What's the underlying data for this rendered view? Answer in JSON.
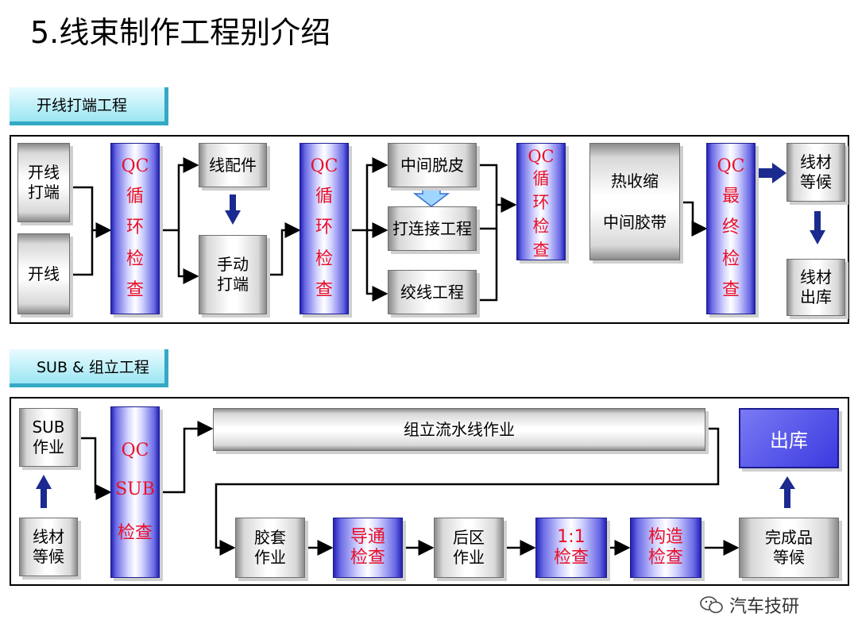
{
  "title": "5.线束制作工程别介绍",
  "section1": {
    "tab": "开线打端工程",
    "boxes": {
      "kaixian_daduan": "开线\n打端",
      "kaixian": "开线",
      "xianpeijian": "线配件",
      "shoudong_daduan": "手动\n打端",
      "zhongjian_tuopi": "中间脱皮",
      "dalianjie": "打连接工程",
      "jiaoxian": "绞线工程",
      "reshousuo": "热收缩\n\n中间胶带",
      "xiancai_denghou": "线材\n等候",
      "xiancai_chuku": "线材\n出库"
    },
    "qc1": [
      "QC",
      "循",
      "环",
      "检",
      "查"
    ],
    "qc2": [
      "QC",
      "循",
      "环",
      "检",
      "查"
    ],
    "qc3": [
      "QC",
      "循",
      "环",
      "检",
      "查"
    ],
    "qc4": [
      "QC",
      "最",
      "终",
      "检",
      "查"
    ]
  },
  "section2": {
    "tab": "SUB & 组立工程",
    "boxes": {
      "sub_zuoye": "SUB\n作业",
      "xiancai_denghou": "线材\n等候",
      "zuli_liushui": "组立流水线作业",
      "jiaotao": "胶套\n作业",
      "houqu": "后区\n作业",
      "wanchengpin": "完成品\n等候"
    },
    "qc_sub": [
      "QC",
      "SUB",
      "检查"
    ],
    "daotong": "导通\n检查",
    "yiyi": "1:1\n检查",
    "gouzao": "构造\n检查",
    "chuku": "出库"
  },
  "watermark": "汽车技研"
}
